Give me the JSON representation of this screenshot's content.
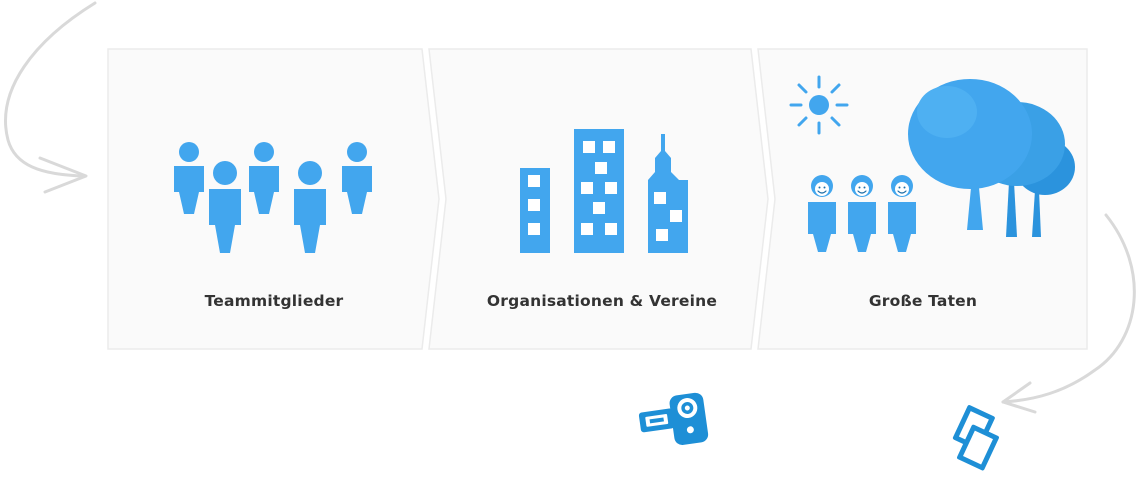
{
  "colors": {
    "accent": "#42a6ee",
    "dark_accent": "#1e8fd6",
    "panel_bg": "#fafafa",
    "panel_border": "#ebebeb"
  },
  "steps": [
    {
      "label": "Teammitglieder",
      "icon": "team-people-icon"
    },
    {
      "label": "Organisationen & Vereine",
      "icon": "city-buildings-icon"
    },
    {
      "label": "Große Taten",
      "icon": "happy-people-trees-icon"
    }
  ],
  "floating_icons": [
    "video-camera-icon",
    "photos-icon"
  ]
}
